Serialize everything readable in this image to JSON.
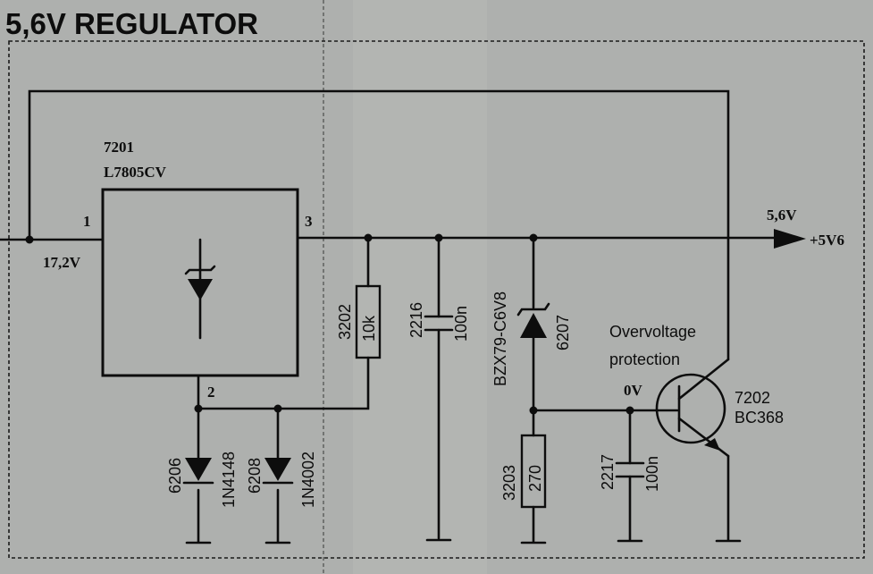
{
  "title": "5,6V REGULATOR",
  "regulator": {
    "ref": "7201",
    "part": "L7805CV",
    "pin_in": "1",
    "pin_out": "3",
    "pin_adj": "2"
  },
  "input_voltage": "17,2V",
  "output": {
    "voltage": "5,6V",
    "net": "+5V6"
  },
  "resistor_3202": {
    "ref": "3202",
    "value": "10k"
  },
  "capacitor_2216": {
    "ref": "2216",
    "value": "100n"
  },
  "zener_6207": {
    "ref": "6207",
    "part": "BZX79-C6V8"
  },
  "resistor_3203": {
    "ref": "3203",
    "value": "270"
  },
  "capacitor_2217": {
    "ref": "2217",
    "value": "100n"
  },
  "diode_6206": {
    "ref": "6206",
    "part": "1N4148"
  },
  "diode_6208": {
    "ref": "6208",
    "part": "1N4002"
  },
  "transistor_7202": {
    "ref": "7202",
    "part": "BC368"
  },
  "base_voltage": "0V",
  "protection_label": [
    "Overvoltage",
    "protection"
  ],
  "colors": {
    "background": "#aeb0ae",
    "ink": "#0d0d0d"
  }
}
